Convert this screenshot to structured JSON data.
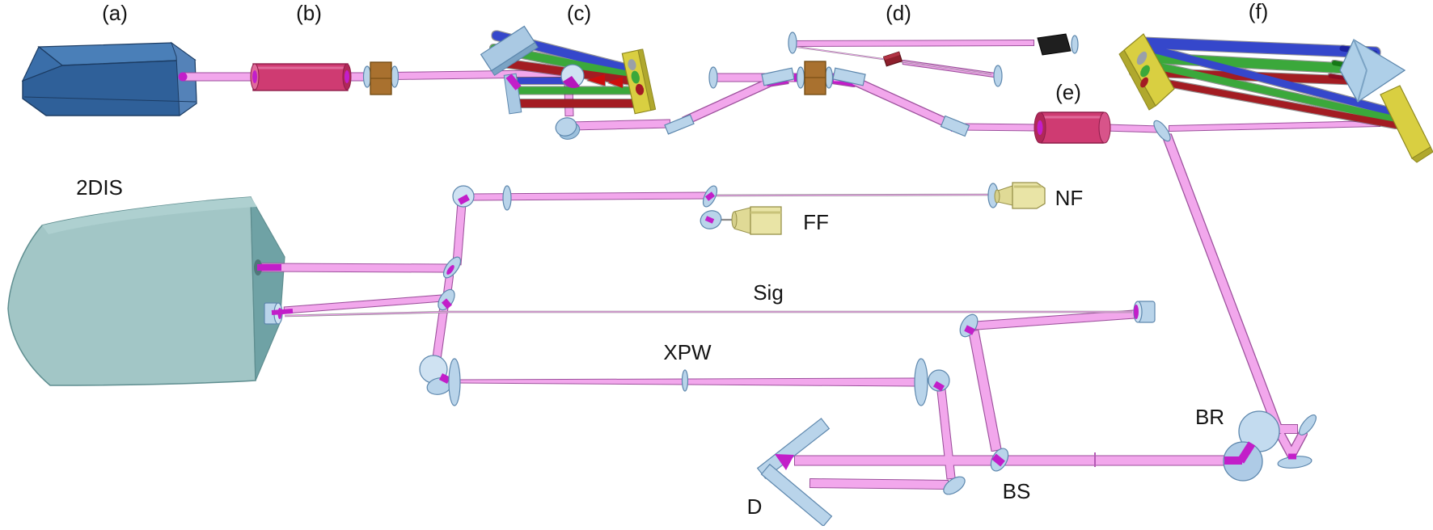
{
  "diagram_title": "optical-laser-system-schematic",
  "labels": {
    "a": "(a)",
    "b": "(b)",
    "c": "(c)",
    "d": "(d)",
    "e": "(e)",
    "f": "(f)",
    "dis2": "2DIS",
    "ff": "FF",
    "nf": "NF",
    "sig": "Sig",
    "xpw": "XPW",
    "br": "BR",
    "bs": "BS",
    "delay": "D"
  },
  "colors": {
    "beam_pink": "#f2a7ec",
    "beam_outline": "#9c4f9c",
    "beam_core_magenta": "#c21ec9",
    "mirror_blue": "#b9d4ea",
    "grating_yellow": "#d9cf41",
    "isolator_brown": "#a9712f",
    "crystal_crimson": "#cf3b72",
    "laser_box_blue": "#2f6099",
    "dis_box_teal": "#a2c6c6",
    "camera_yellow": "#e9e4a6",
    "dispersed_blue": "#3547cb",
    "dispersed_green": "#3aa83a",
    "dispersed_red": "#a31a24",
    "beam_dump_black": "#1f1f1f"
  },
  "components": [
    "laser-oscillator-box",
    "amplifier-rod",
    "faraday-isolator-cube",
    "stretcher-grating-assembly",
    "multipass-amplifier-stage",
    "amplifier-crystal",
    "compressor-grating-assembly",
    "two-dimensional-imaging-spectrometer-box",
    "far-field-camera",
    "near-field-camera",
    "signal-beamline",
    "xpw-beamline",
    "beam-rotator-mirror",
    "beam-splitter",
    "delay-retroreflector",
    "beam-dump"
  ]
}
